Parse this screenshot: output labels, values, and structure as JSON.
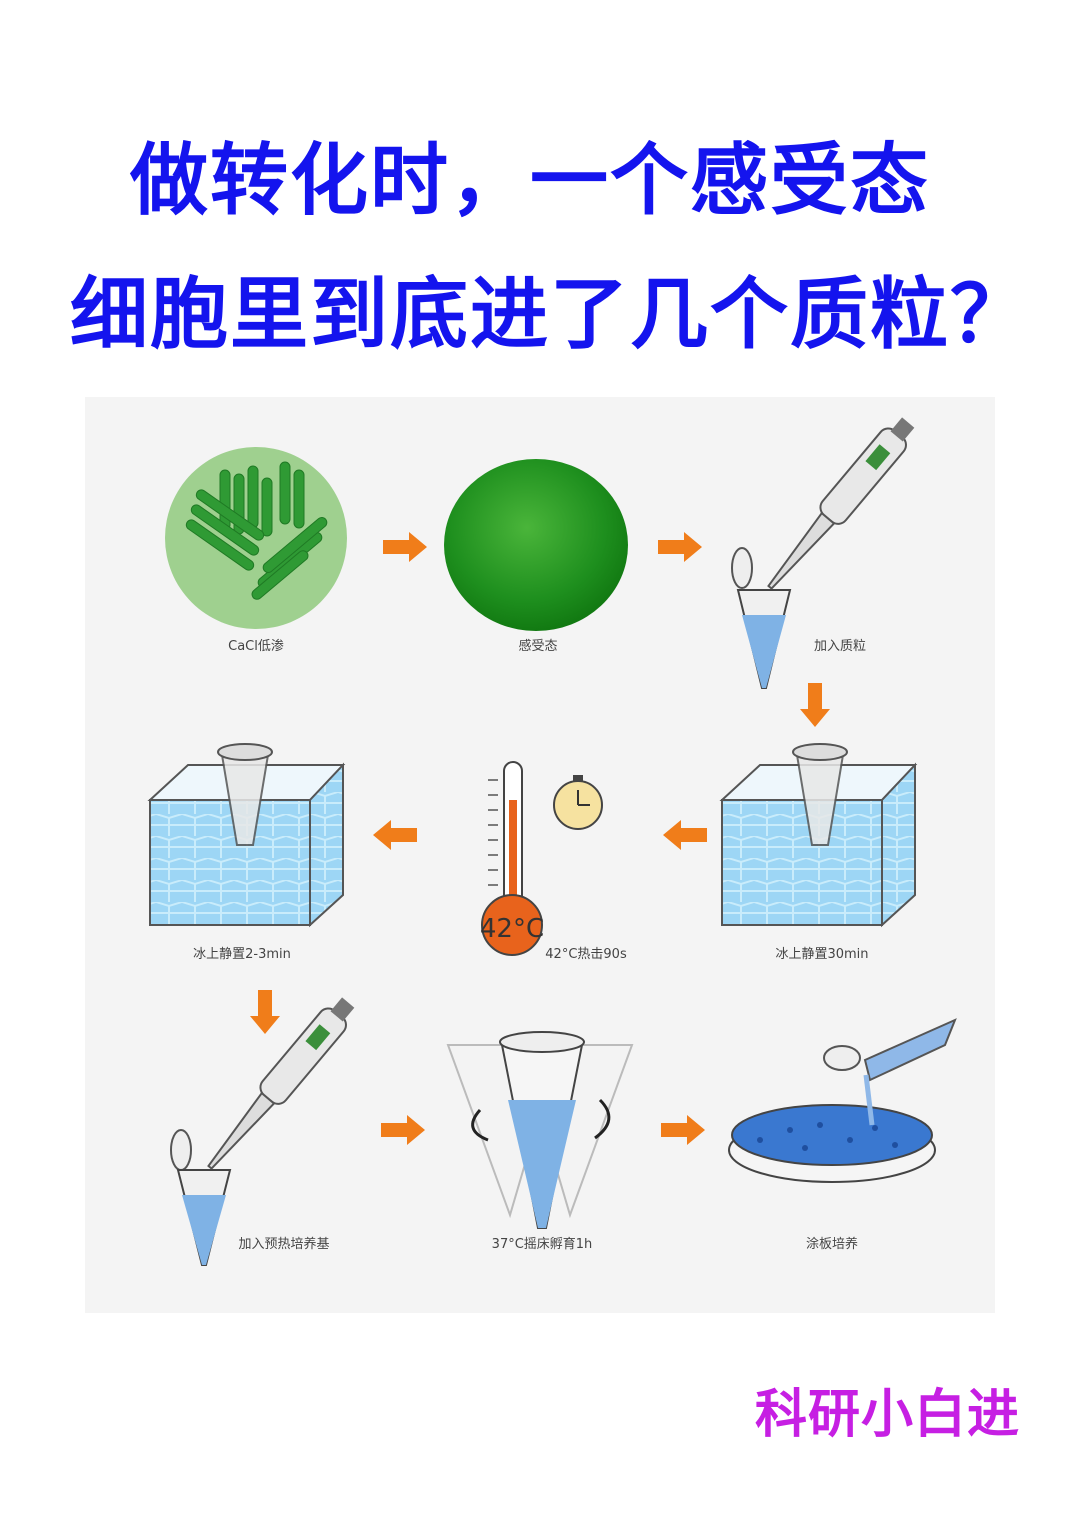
{
  "title": {
    "line1": "做转化时，一个感受态",
    "line2": "细胞里到底进了几个质粒？"
  },
  "diagram": {
    "steps": [
      {
        "label": "CaCl低渗",
        "icon": "bacteria-icon"
      },
      {
        "label": "感受态",
        "icon": "competent-cell-icon"
      },
      {
        "label": "加入质粒",
        "icon": "pipette-tube-icon"
      },
      {
        "label": "冰上静置30min",
        "icon": "ice-box-icon"
      },
      {
        "label": "42°C热击90s",
        "icon": "thermometer-stopwatch-icon",
        "thermometer_text": "42°C"
      },
      {
        "label": "冰上静置2-3min",
        "icon": "ice-box-icon"
      },
      {
        "label": "加入预热培养基",
        "icon": "pipette-tube-icon"
      },
      {
        "label": "37°C摇床孵育1h",
        "icon": "shaking-tube-icon"
      },
      {
        "label": "涂板培养",
        "icon": "petri-dish-icon"
      }
    ],
    "colors": {
      "arrow": "#f07d1a",
      "bacteria": "#2f9a34",
      "liquid": "#6fa8dc",
      "ice": "#8fd0f2"
    }
  },
  "footer": {
    "text": "科研小白进"
  }
}
